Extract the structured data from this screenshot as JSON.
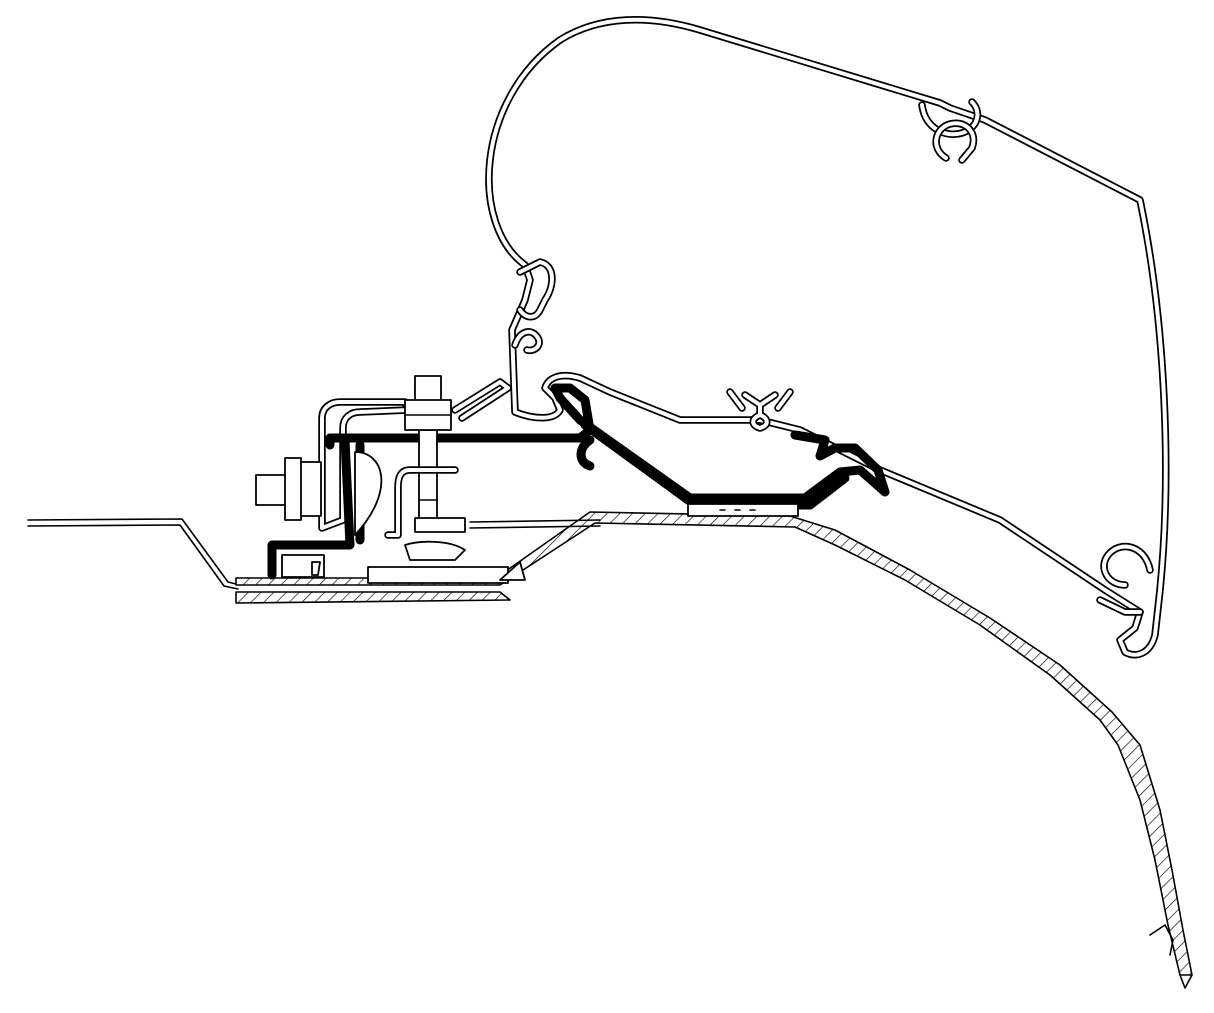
{
  "diagram": {
    "kind": "technical cross-section line drawing",
    "colors": {
      "line": "#000000",
      "background": "#ffffff"
    },
    "parts": [
      "awning-housing-profile",
      "wall-bracket-profile",
      "black-adapter-profile",
      "mounting-bolt",
      "hex-nut",
      "clamp-plate",
      "rubber-pad",
      "vehicle-roof-panel",
      "vehicle-side-wall"
    ]
  }
}
